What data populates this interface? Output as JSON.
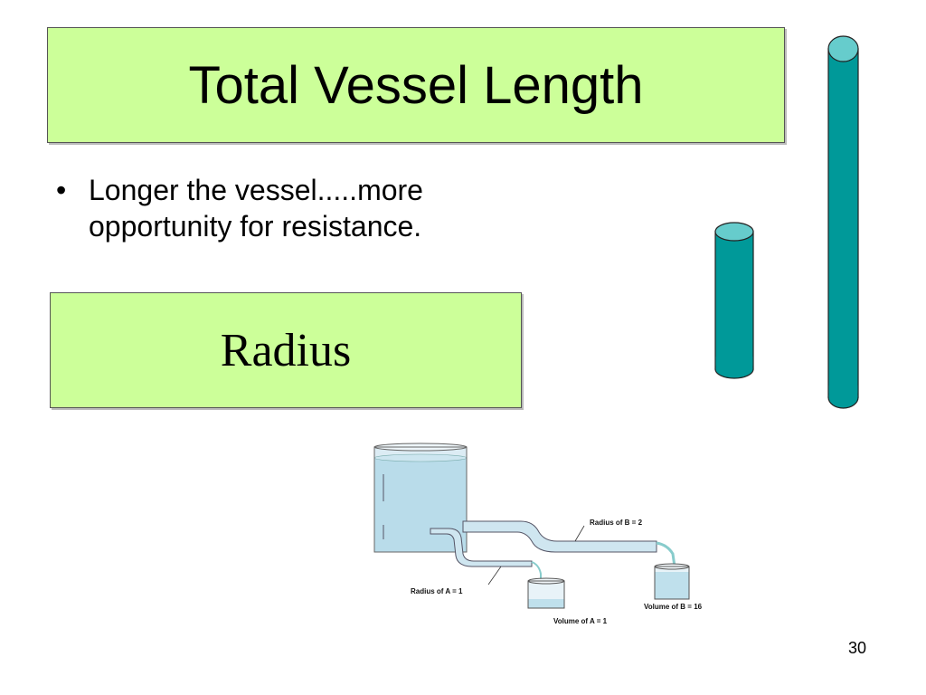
{
  "slide": {
    "title": "Total Vessel Length",
    "bullets": [
      "Longer the vessel.....more opportunity for resistance."
    ],
    "radius_box_label": "Radius",
    "page_number": "30"
  },
  "diagram": {
    "radius_b_label": "Radius of B = 2",
    "radius_a_label": "Radius of A = 1",
    "volume_a_label": "Volume of A = 1",
    "volume_b_label": "Volume of B = 16"
  },
  "colors": {
    "box_fill": "#ccff99",
    "cylinder_fill": "#009999",
    "cylinder_top": "#66cccc",
    "water": "#cfe8f0"
  }
}
